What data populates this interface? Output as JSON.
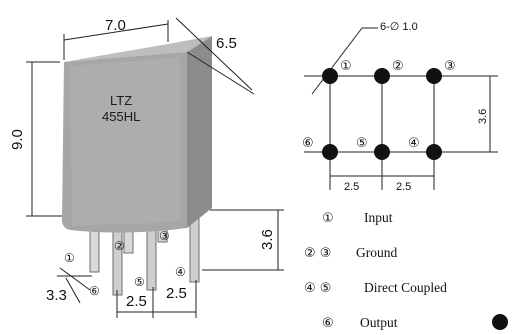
{
  "component": {
    "marking_line1": "LTZ",
    "marking_line2": "455HL",
    "body_color": "#a6a6a6",
    "body_top_color": "#bdbdbd",
    "body_side_color": "#8c8c8c"
  },
  "body_dimensions": {
    "width": "7.0",
    "depth": "6.5",
    "height": "9.0",
    "pin_length": "3.6",
    "pin_row_spacing": "3.3",
    "pin_pitch_a": "2.5",
    "pin_pitch_b": "2.5"
  },
  "body_pin_numbers": [
    "①",
    "②",
    "③",
    "④",
    "⑤",
    "⑥"
  ],
  "footprint": {
    "hole_spec": "6-∅ 1.0",
    "row_spacing": "3.6",
    "pitch_a": "2.5",
    "pitch_b": "2.5",
    "top_row": [
      "①",
      "②",
      "③"
    ],
    "bottom_row": [
      "⑥",
      "⑤",
      "④"
    ]
  },
  "legend": [
    {
      "pins": "①",
      "label": "Input"
    },
    {
      "pins": "② ③",
      "label": "Ground"
    },
    {
      "pins": "④ ⑤",
      "label": "Direct Coupled"
    },
    {
      "pins": "⑥",
      "label": "Output"
    }
  ]
}
